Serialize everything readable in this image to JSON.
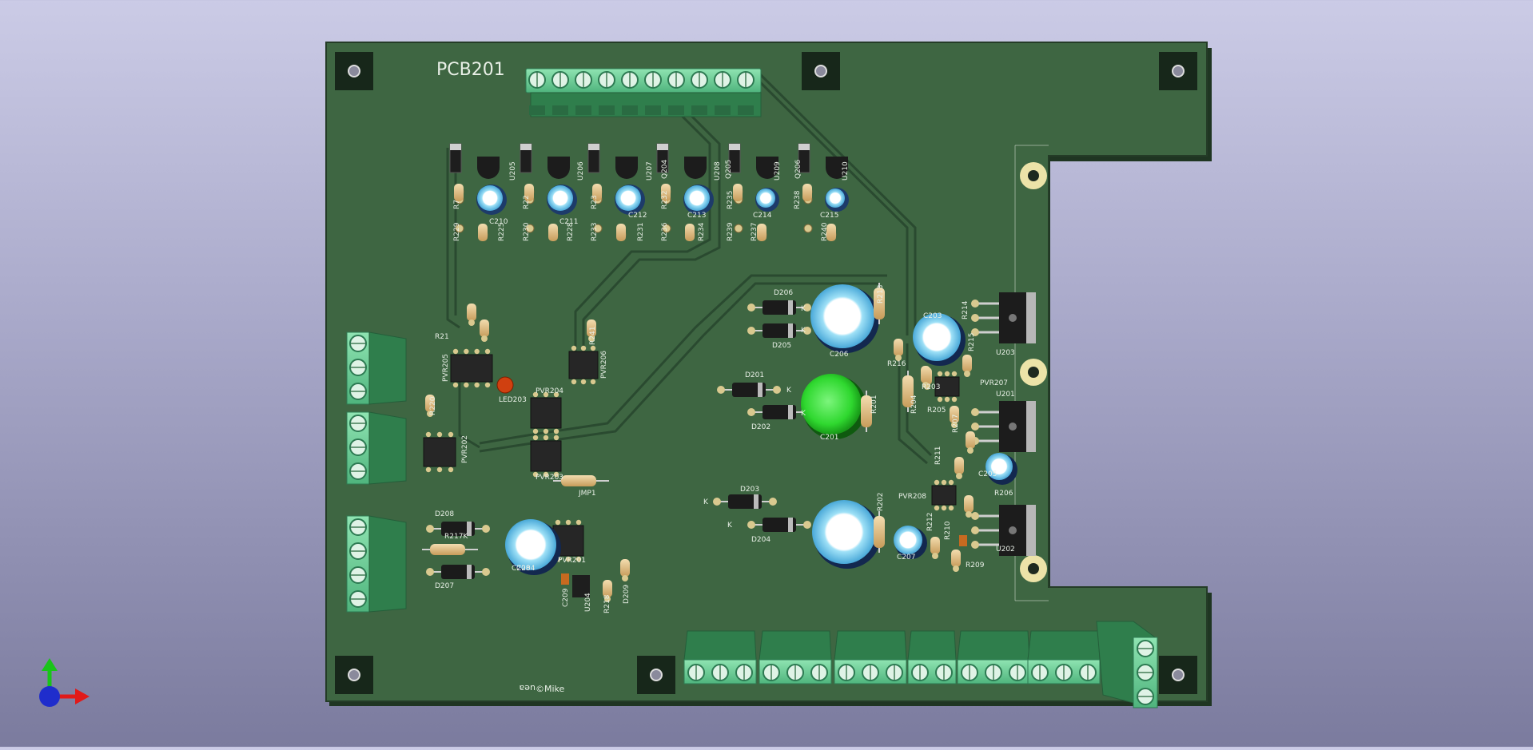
{
  "board": {
    "title": "PCB201",
    "signature_line1": "uea",
    "signature_line2": "©Mike",
    "colors": {
      "background_top": "#cbcbe6",
      "background_bottom": "#7b7b9e",
      "board": "#3e6642",
      "board_edge": "#2a4a2e",
      "trace": "#24412a",
      "silkscreen": "#e8efe6",
      "terminal": "#6ed39a",
      "pad_gold": "#d9c98f",
      "cap_blue": "#6ec8f0",
      "cap_green": "#33e233",
      "led_red": "#d04010"
    }
  },
  "labels": {
    "top_row_left": [
      "U205",
      "U206",
      "U207",
      "U208"
    ],
    "top_row_right": [
      "U209",
      "U210"
    ],
    "transistors": [
      "Q204",
      "Q205",
      "Q206"
    ],
    "caps_top": [
      "C210",
      "C211",
      "C212",
      "C213",
      "C214",
      "C215"
    ],
    "res_top_a": [
      "R7",
      "R22",
      "R23",
      "R232",
      "R235",
      "R238"
    ],
    "res_top_b": [
      "R225",
      "R228",
      "R231",
      "R234",
      "R237",
      "R240"
    ],
    "res_top_c": [
      "R229",
      "R230",
      "R233",
      "R236",
      "R239"
    ],
    "left_parts": [
      "R21",
      "R241",
      "PVR205",
      "PVR206",
      "LED203",
      "R220",
      "PVR204",
      "PVR202",
      "PVR203",
      "JMP1"
    ],
    "lower_left": [
      "D208",
      "R217K",
      "C208",
      "D207",
      "PVR201",
      "C209",
      "U204",
      "R218",
      "D209"
    ],
    "diodes_mid": [
      "D206",
      "D205",
      "D201",
      "D202",
      "D203",
      "D204"
    ],
    "caps_mid": [
      "C206",
      "C201",
      "C207",
      "C203",
      "C204",
      "C205"
    ],
    "res_mid": [
      "R213",
      "R216",
      "R201",
      "R203",
      "R204",
      "R214",
      "R215",
      "R202",
      "R212",
      "R210",
      "R209",
      "R211",
      "R205",
      "R207",
      "R206"
    ],
    "pvr_mid": [
      "PVR207",
      "PVR208"
    ],
    "regulators": [
      "U203",
      "U201",
      "U202"
    ],
    "k_mark": "K"
  },
  "axis_gizmo": {
    "x_color": "#e11a1a",
    "y_color": "#19c419",
    "z_color": "#1f2dcc"
  }
}
